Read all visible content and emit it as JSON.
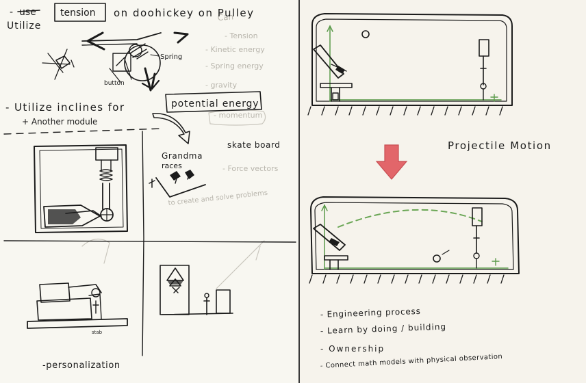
{
  "left_page": {
    "line1": {
      "strike": "use",
      "prefix": "-",
      "boxed": "tension",
      "rest": "on doohickey on Pulley",
      "second": "Utilize"
    },
    "labels": {
      "spring": "Spring",
      "button": "button"
    },
    "line2": {
      "text": "- Utilize inclines for",
      "boxed": "potential energy",
      "sub": "+ Another module"
    },
    "grandma": {
      "a": "Grandma",
      "b": "races",
      "c": "skate board"
    },
    "faint_notes": [
      "Can",
      "- Tension",
      "- Kinetic energy",
      "- Spring energy",
      "- gravity",
      "- momentum",
      "- Force vectors",
      "to create and solve problems"
    ],
    "personalization": "-personalization"
  },
  "right_page": {
    "title": "Projectile Motion",
    "bullets": [
      "- Engineering process",
      "- Learn by doing / building",
      "- Ownership",
      "- Connect math models with physical observation"
    ],
    "arrow_color": "#e2666a",
    "trajectory_color": "#6aa655"
  }
}
